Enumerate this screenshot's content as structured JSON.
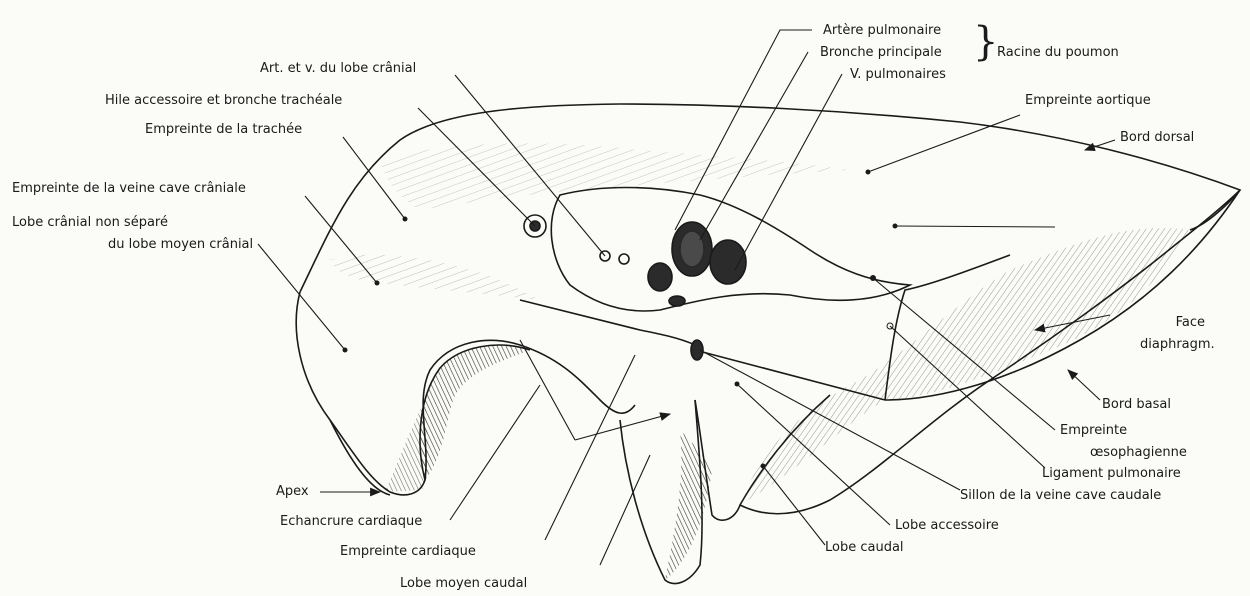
{
  "labels": {
    "arteria_pulmonaire": "Artère pulmonaire",
    "bronche_principale": "Bronche principale",
    "v_pulmonaires": "V. pulmonaires",
    "racine_du_poumon": "Racine du poumon",
    "art_lobe_cranial": "Art. et v. du lobe crânial",
    "hile_accessoire": "Hile accessoire et bronche trachéale",
    "empreinte_trachee": "Empreinte de la trachée",
    "empreinte_veine_cave_craniale": "Empreinte de la veine cave crâniale",
    "lobe_cranial_line1": "Lobe crânial non séparé",
    "lobe_cranial_line2": "du lobe moyen crânial",
    "empreinte_aortique": "Empreinte aortique",
    "bord_dorsal": "Bord dorsal",
    "face_diaphragm_line1": "Face",
    "face_diaphragm_line2": "diaphragm.",
    "bord_basal": "Bord basal",
    "empreinte_oeso_line1": "Empreinte",
    "empreinte_oeso_line2": "œsophagienne",
    "ligament_pulmonaire": "Ligament pulmonaire",
    "sillon_veine_cave_caudale": "Sillon de la veine cave caudale",
    "lobe_accessoire": "Lobe accessoire",
    "lobe_caudal": "Lobe caudal",
    "apex": "Apex",
    "echancrure_cardiaque": "Echancrure cardiaque",
    "empreinte_cardiaque": "Empreinte cardiaque",
    "lobe_moyen_caudal": "Lobe moyen caudal"
  },
  "colors": {
    "ink": "#1a1a1a",
    "paper": "#fbfbf7",
    "shade": "#2b2b2b"
  }
}
